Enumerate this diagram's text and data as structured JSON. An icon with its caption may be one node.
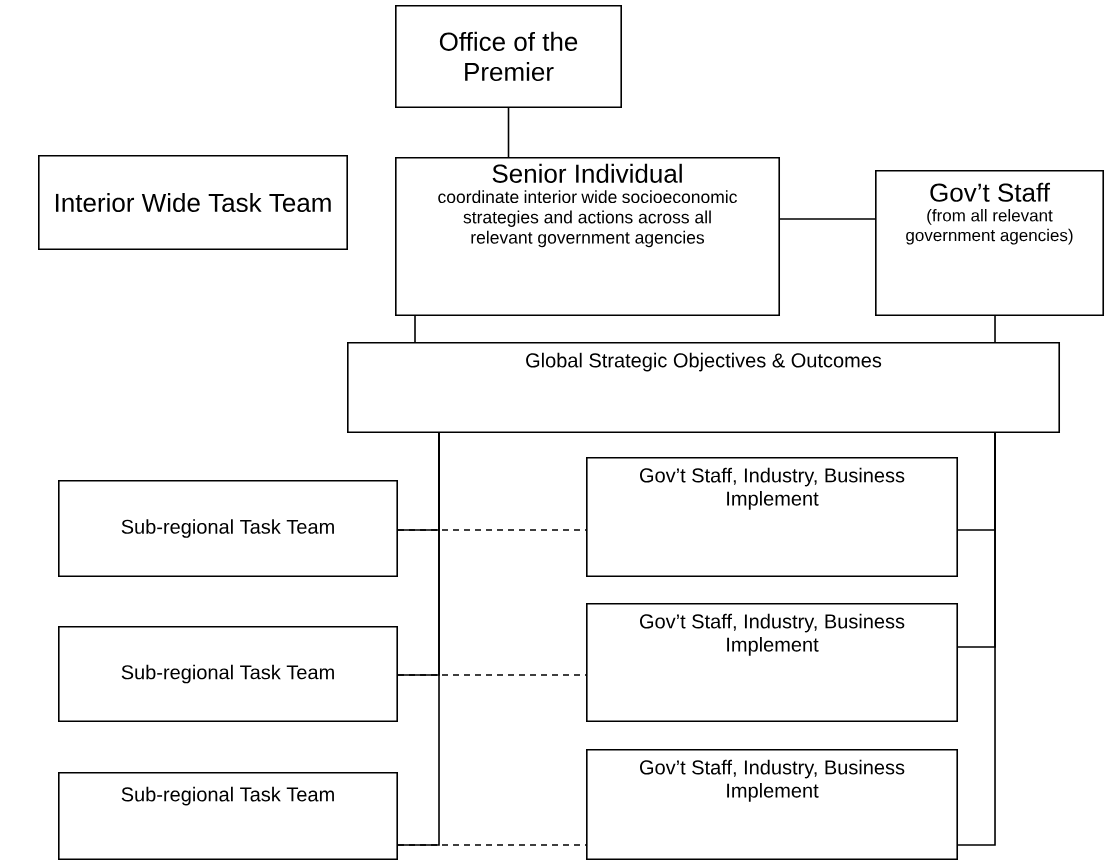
{
  "diagram": {
    "nodes": [
      {
        "text": [
          "Office of the Premier"
        ]
      },
      {
        "text": [
          "Interior Wide Task Team"
        ]
      },
      {
        "text": [
          "Senior Individual",
          "coordinate interior wide socioeconomic strategies and actions across all relevant government agencies"
        ]
      },
      {
        "text": [
          "Gov’t Staff",
          "(from all relevant government agencies)"
        ]
      },
      {
        "text": [
          "Global Strategic Objectives & Outcomes"
        ]
      },
      {
        "text": [
          "Sub-regional Task Team"
        ]
      },
      {
        "text": [
          "Sub-regional Task Team"
        ]
      },
      {
        "text": [
          "Sub-regional Task Team"
        ]
      },
      {
        "text": [
          "Gov’t Staff, Industry, Business Implement"
        ]
      },
      {
        "text": [
          "Gov’t Staff, Industry, Business Implement"
        ]
      },
      {
        "text": [
          "Gov’t Staff, Industry, Business Implement"
        ]
      }
    ],
    "edges": [
      {
        "from": 0,
        "to": 2,
        "arrow": "none"
      },
      {
        "from": 2,
        "to": 3,
        "arrow": "none"
      },
      {
        "from": 2,
        "to": 4,
        "arrow": "none"
      },
      {
        "from": 3,
        "to": 4,
        "arrow": "none"
      },
      {
        "from": 4,
        "to": 5,
        "arrow": "none"
      },
      {
        "from": 4,
        "to": 6,
        "arrow": "none"
      },
      {
        "from": 4,
        "to": 7,
        "arrow": "none"
      },
      {
        "from": 4,
        "to": 8,
        "arrow": "none"
      },
      {
        "from": 4,
        "to": 9,
        "arrow": "none"
      },
      {
        "from": 4,
        "to": 10,
        "arrow": "none"
      },
      {
        "from": 5,
        "to": 8,
        "arrow": "none",
        "style": "dashed"
      },
      {
        "from": 6,
        "to": 9,
        "arrow": "none",
        "style": "dashed"
      },
      {
        "from": 7,
        "to": 10,
        "arrow": "none",
        "style": "dashed"
      }
    ]
  }
}
